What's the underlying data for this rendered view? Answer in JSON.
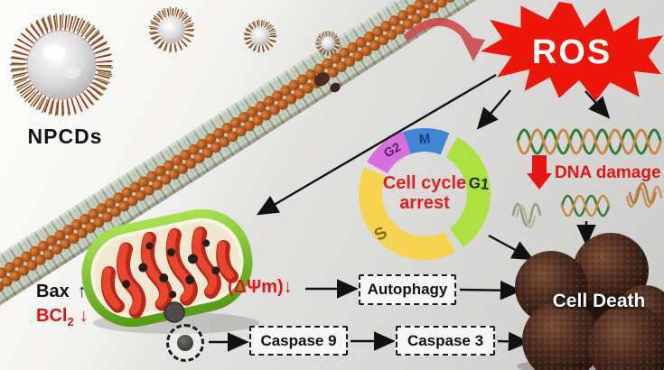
{
  "figure": {
    "nanoparticles": {
      "label": "NPCDs"
    },
    "ros": {
      "label": "ROS",
      "color": "#ee1509"
    },
    "cell_cycle": {
      "line1": "Cell cycle",
      "line2": "arrest",
      "text_color": "#e01f1f",
      "phases": [
        {
          "label": "M",
          "color": "#3f86d6"
        },
        {
          "label": "G1",
          "color": "#abe23f"
        },
        {
          "label": "S",
          "color": "#f6d44e"
        },
        {
          "label": "G2",
          "color": "#d96fdd"
        }
      ]
    },
    "dna": {
      "damage_label": "DNA damage",
      "damage_color": "#e81313"
    },
    "mitochondria": {
      "bax": "Bax",
      "bax_arrow": "↑",
      "bcl": "BCl",
      "bcl_sub": "2",
      "bcl_arrow": "↓",
      "dpsi": "(ΔΨm)",
      "dpsi_arrow": "↓"
    },
    "pathway": {
      "autophagy": "Autophagy",
      "caspase9": "Caspase 9",
      "caspase3": "Caspase 3"
    },
    "cell_death": {
      "label": "Cell Death"
    }
  }
}
